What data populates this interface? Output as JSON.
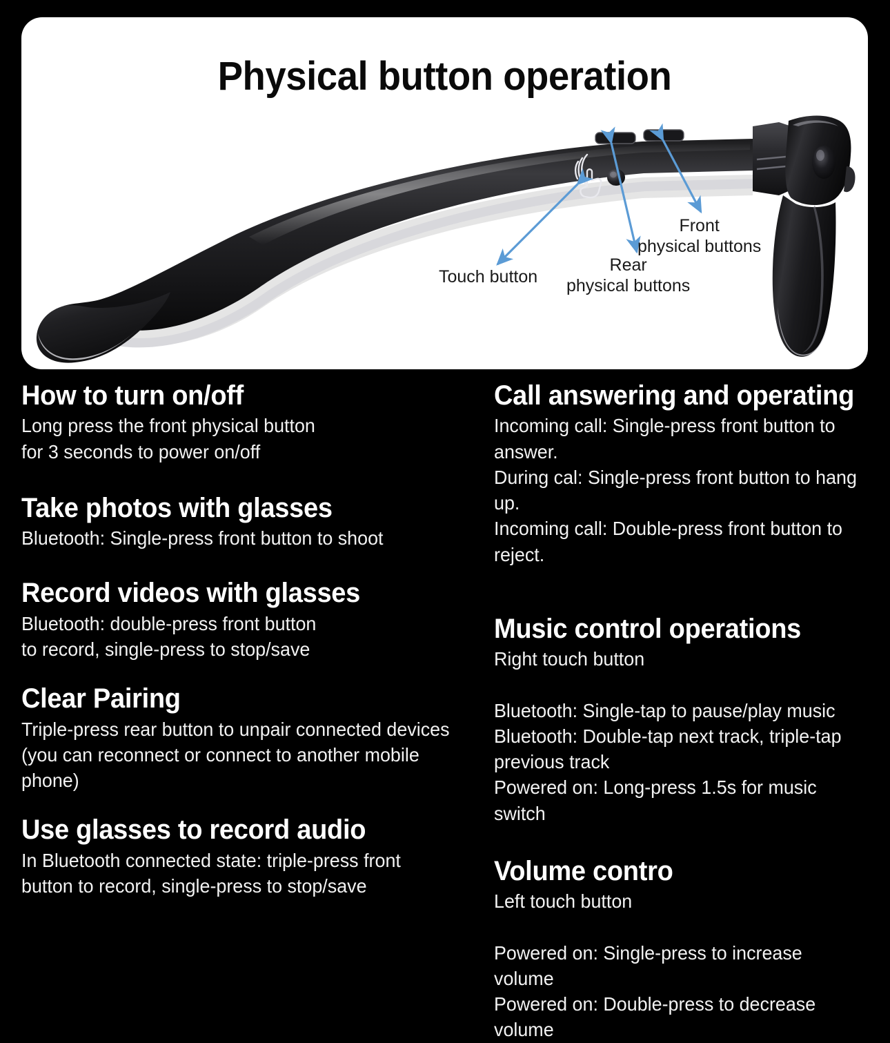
{
  "hero": {
    "title": "Physical button operation",
    "card_bg": "#ffffff",
    "arrow_color": "#5b9bd5",
    "callouts": {
      "touch": "Touch button",
      "rear": "Rear\nphysical buttons",
      "front": "Front\nphysical buttons"
    },
    "icons": {
      "touch_gesture": "touch-gesture-icon",
      "microphone": "microphone-hole-icon",
      "camera": "camera-lens-icon"
    }
  },
  "page": {
    "background": "#000000",
    "text_color": "#ffffff"
  },
  "left_column": [
    {
      "heading": "How to turn on/off",
      "body": "Long press the front physical button\nfor 3 seconds to power on/off"
    },
    {
      "heading": "Take photos with glasses",
      "body": "Bluetooth: Single-press front button to shoot"
    },
    {
      "heading": "Record videos with glasses",
      "body": "Bluetooth: double-press front button\nto record, single-press to stop/save"
    },
    {
      "heading": "Clear Pairing",
      "body": "Triple-press rear button to unpair connected devices\n(you can reconnect or connect to another mobile phone)"
    },
    {
      "heading": "Use glasses to record audio",
      "body": "In Bluetooth connected state: triple-press front\nbutton to record, single-press to stop/save"
    }
  ],
  "right_column": [
    {
      "heading": "Call answering and operating",
      "body": "Incoming call: Single-press front button to answer.\nDuring cal: Single-press front button to hang up.\nIncoming call: Double-press front button to reject."
    },
    {
      "heading": "Music control operations",
      "body": "Right touch button\n\nBluetooth: Single-tap to pause/play music\nBluetooth: Double-tap next track, triple-tap\nprevious track\nPowered on: Long-press 1.5s for music switch"
    },
    {
      "heading": "Volume contro",
      "body": "Left touch button\n\nPowered on: Single-press to increase volume\nPowered on: Double-press to decrease volume"
    }
  ]
}
